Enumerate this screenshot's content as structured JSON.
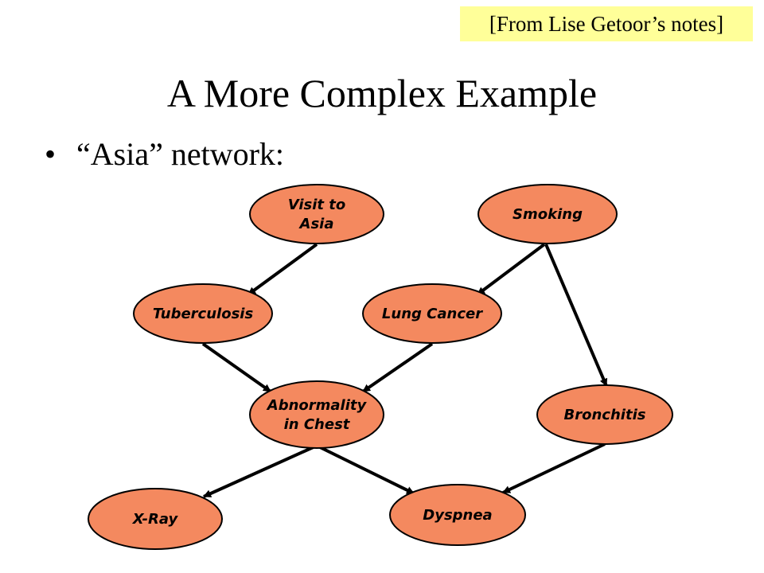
{
  "source_note": "[From Lise Getoor’s notes]",
  "slide": {
    "title": "A More Complex Example",
    "bullet": "“Asia” network:"
  },
  "diagram": {
    "node_fill": "#f4895f",
    "node_stroke": "#000000",
    "edge_color": "#000000",
    "nodes": [
      {
        "id": "visit",
        "lines": [
          "Visit to",
          "Asia"
        ]
      },
      {
        "id": "smoking",
        "lines": [
          "Smoking"
        ]
      },
      {
        "id": "tuberculosis",
        "lines": [
          "Tuberculosis"
        ]
      },
      {
        "id": "lung-cancer",
        "lines": [
          "Lung Cancer"
        ]
      },
      {
        "id": "abnormality",
        "lines": [
          "Abnormality",
          "in Chest"
        ]
      },
      {
        "id": "bronchitis",
        "lines": [
          "Bronchitis"
        ]
      },
      {
        "id": "x-ray",
        "lines": [
          "X-Ray"
        ]
      },
      {
        "id": "dyspnea",
        "lines": [
          "Dyspnea"
        ]
      }
    ],
    "edges": [
      {
        "from": "visit",
        "to": "tuberculosis"
      },
      {
        "from": "smoking",
        "to": "lung-cancer"
      },
      {
        "from": "smoking",
        "to": "bronchitis"
      },
      {
        "from": "tuberculosis",
        "to": "abnormality"
      },
      {
        "from": "lung-cancer",
        "to": "abnormality"
      },
      {
        "from": "abnormality",
        "to": "x-ray"
      },
      {
        "from": "abnormality",
        "to": "dyspnea"
      },
      {
        "from": "bronchitis",
        "to": "dyspnea"
      }
    ]
  }
}
